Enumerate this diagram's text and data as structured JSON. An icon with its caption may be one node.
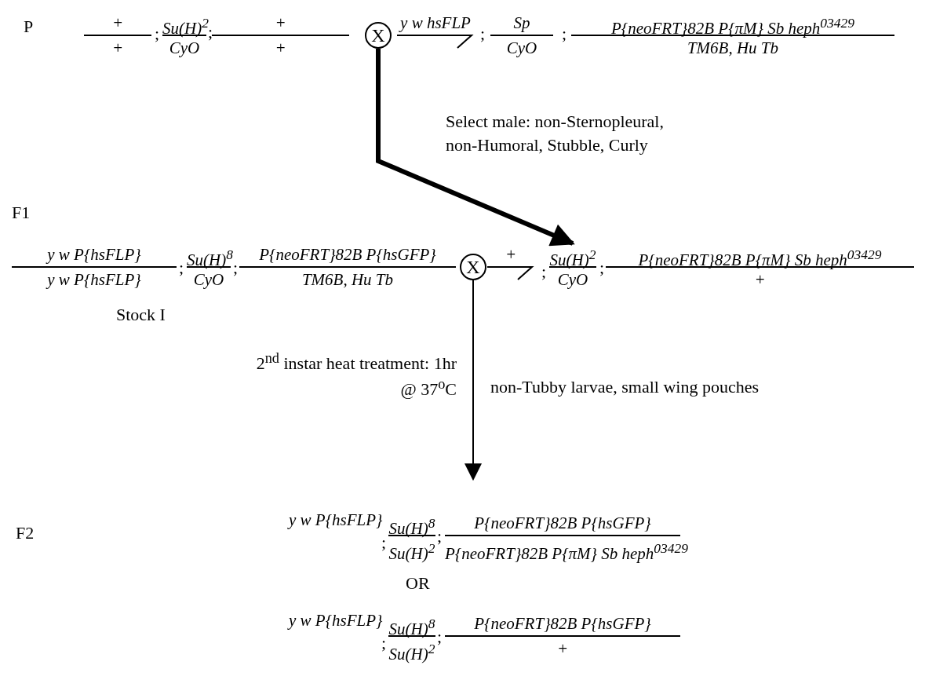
{
  "diagram": {
    "nodes": [
      {
        "text": [
          "+",
          "+"
        ]
      },
      {
        "text": [
          "Su(H)$^{2}$",
          "CyO"
        ]
      },
      {
        "text": [
          "+",
          "+"
        ]
      },
      {
        "text": [
          "X"
        ]
      },
      {
        "text": [
          "y w hsFLP"
        ]
      },
      {
        "text": [
          "Sp",
          "CyO"
        ]
      },
      {
        "text": [
          "P{neoFRT}82B P{πM} Sb heph$^{03429}$",
          "TM6B, Hu Tb"
        ]
      },
      {
        "text": [
          "y w P{hsFLP}",
          "y w P{hsFLP}"
        ]
      },
      {
        "text": [
          "Su(H)$^{8}$",
          "CyO"
        ]
      },
      {
        "text": [
          "P{neoFRT}82B P{hsGFP}",
          "TM6B, Hu Tb"
        ]
      },
      {
        "text": [
          "X"
        ]
      },
      {
        "text": [
          "+"
        ]
      },
      {
        "text": [
          "Su(H)$^{2}$",
          "CyO"
        ]
      },
      {
        "text": [
          "P{neoFRT}82B P{πM} Sb heph$^{03429}$",
          "+"
        ]
      },
      {
        "text": [
          "y w P{hsFLP}"
        ]
      },
      {
        "text": [
          "Su(H)$^{8}$",
          "Su(H)$^{2}$"
        ]
      },
      {
        "text": [
          "P{neoFRT}82B P{hsGFP}",
          "P{neoFRT}82B P{πM} Sb heph$^{03429}$"
        ]
      },
      {
        "text": [
          "y w P{hsFLP}"
        ]
      },
      {
        "text": [
          "Su(H)$^{8}$",
          "Su(H)$^{2}$"
        ]
      },
      {
        "text": [
          "P{neoFRT}82B P{hsGFP}",
          "+"
        ]
      }
    ],
    "edges": [
      {
        "from": 3,
        "to": 12,
        "arrow": "to",
        "style": "thick",
        "label": "Select male: non-Sternopleural, non-Humoral, Stubble, Curly"
      },
      {
        "from": 10,
        "to": null,
        "arrow": "to",
        "label": "non-Tubby larvae, small wing pouches"
      }
    ],
    "labels": [
      "P",
      ";",
      ";",
      ";",
      ";",
      "F1",
      ";",
      ";",
      ";",
      ";",
      "Stock I",
      "2$^{nd}$ instar heat treatment: 1hr @ 37$^{o}$C",
      "F2",
      ";",
      ";",
      "OR",
      ";",
      ";"
    ]
  }
}
